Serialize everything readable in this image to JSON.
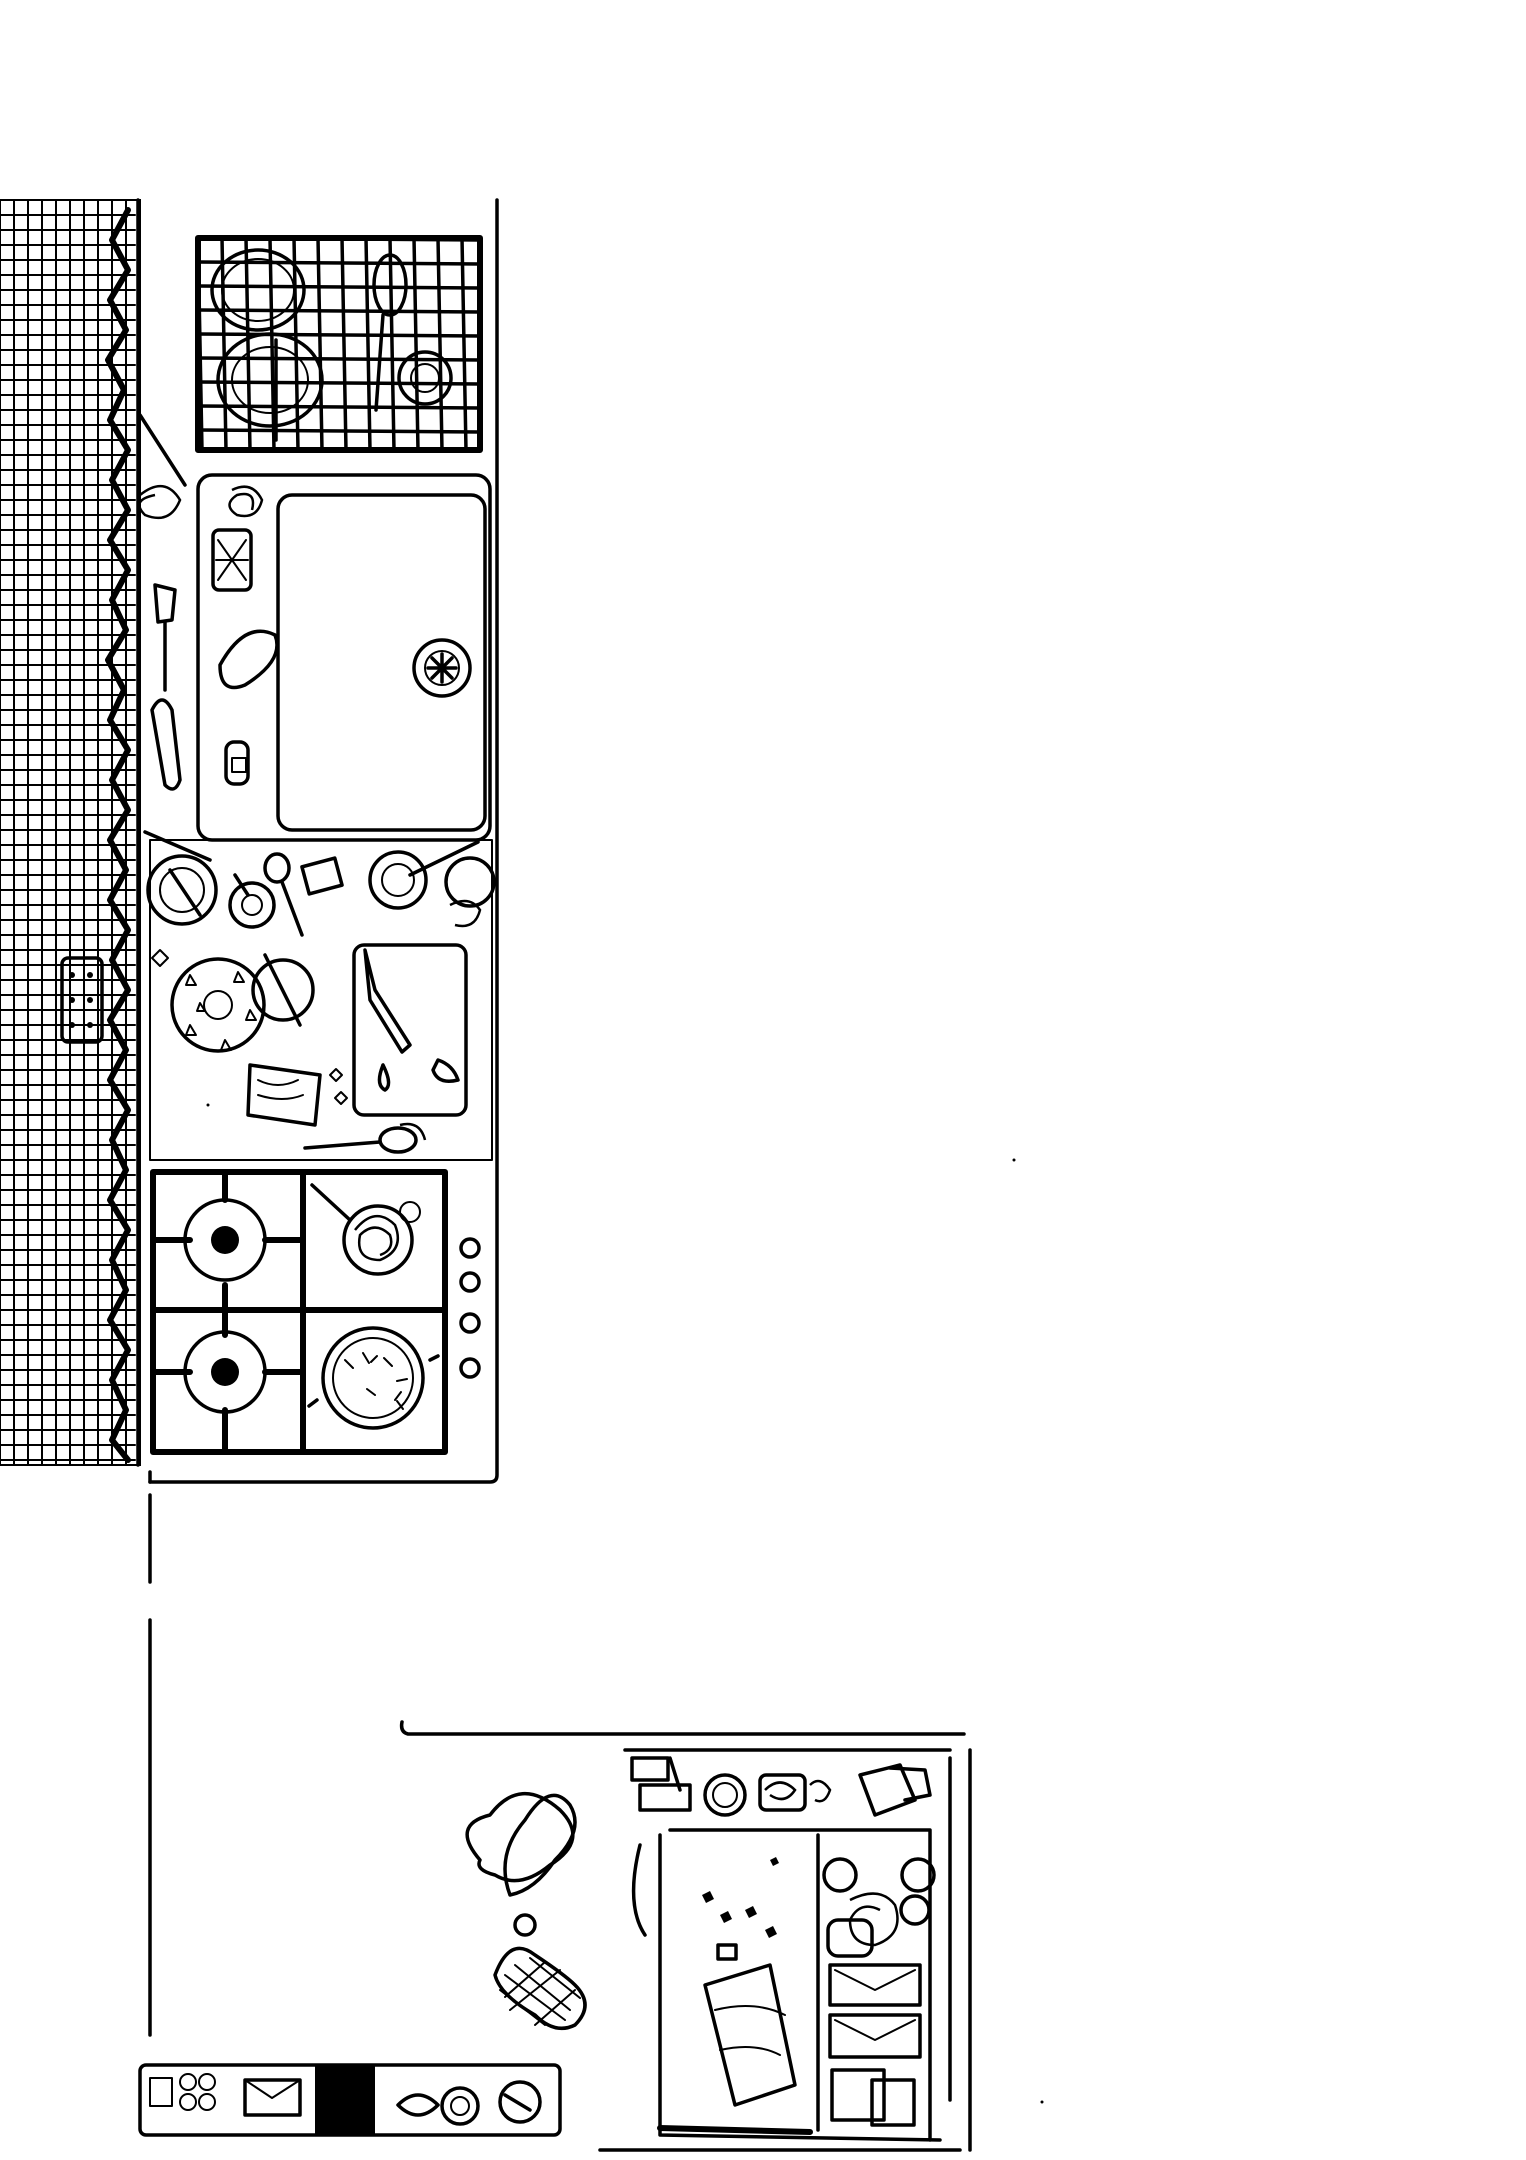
{
  "drawing": {
    "description_labels": [],
    "ink_color": "#000000",
    "paper_color": "#ffffff",
    "objects": [
      "tiled-wall",
      "dish-rack",
      "sink",
      "sink-drain",
      "dishes",
      "cutting-board",
      "gas-stove",
      "frying-pan",
      "pot",
      "stove-knobs",
      "wall-outlet",
      "table",
      "fridge-open",
      "oven-mitt",
      "spilled-liquid",
      "low-shelf"
    ]
  }
}
